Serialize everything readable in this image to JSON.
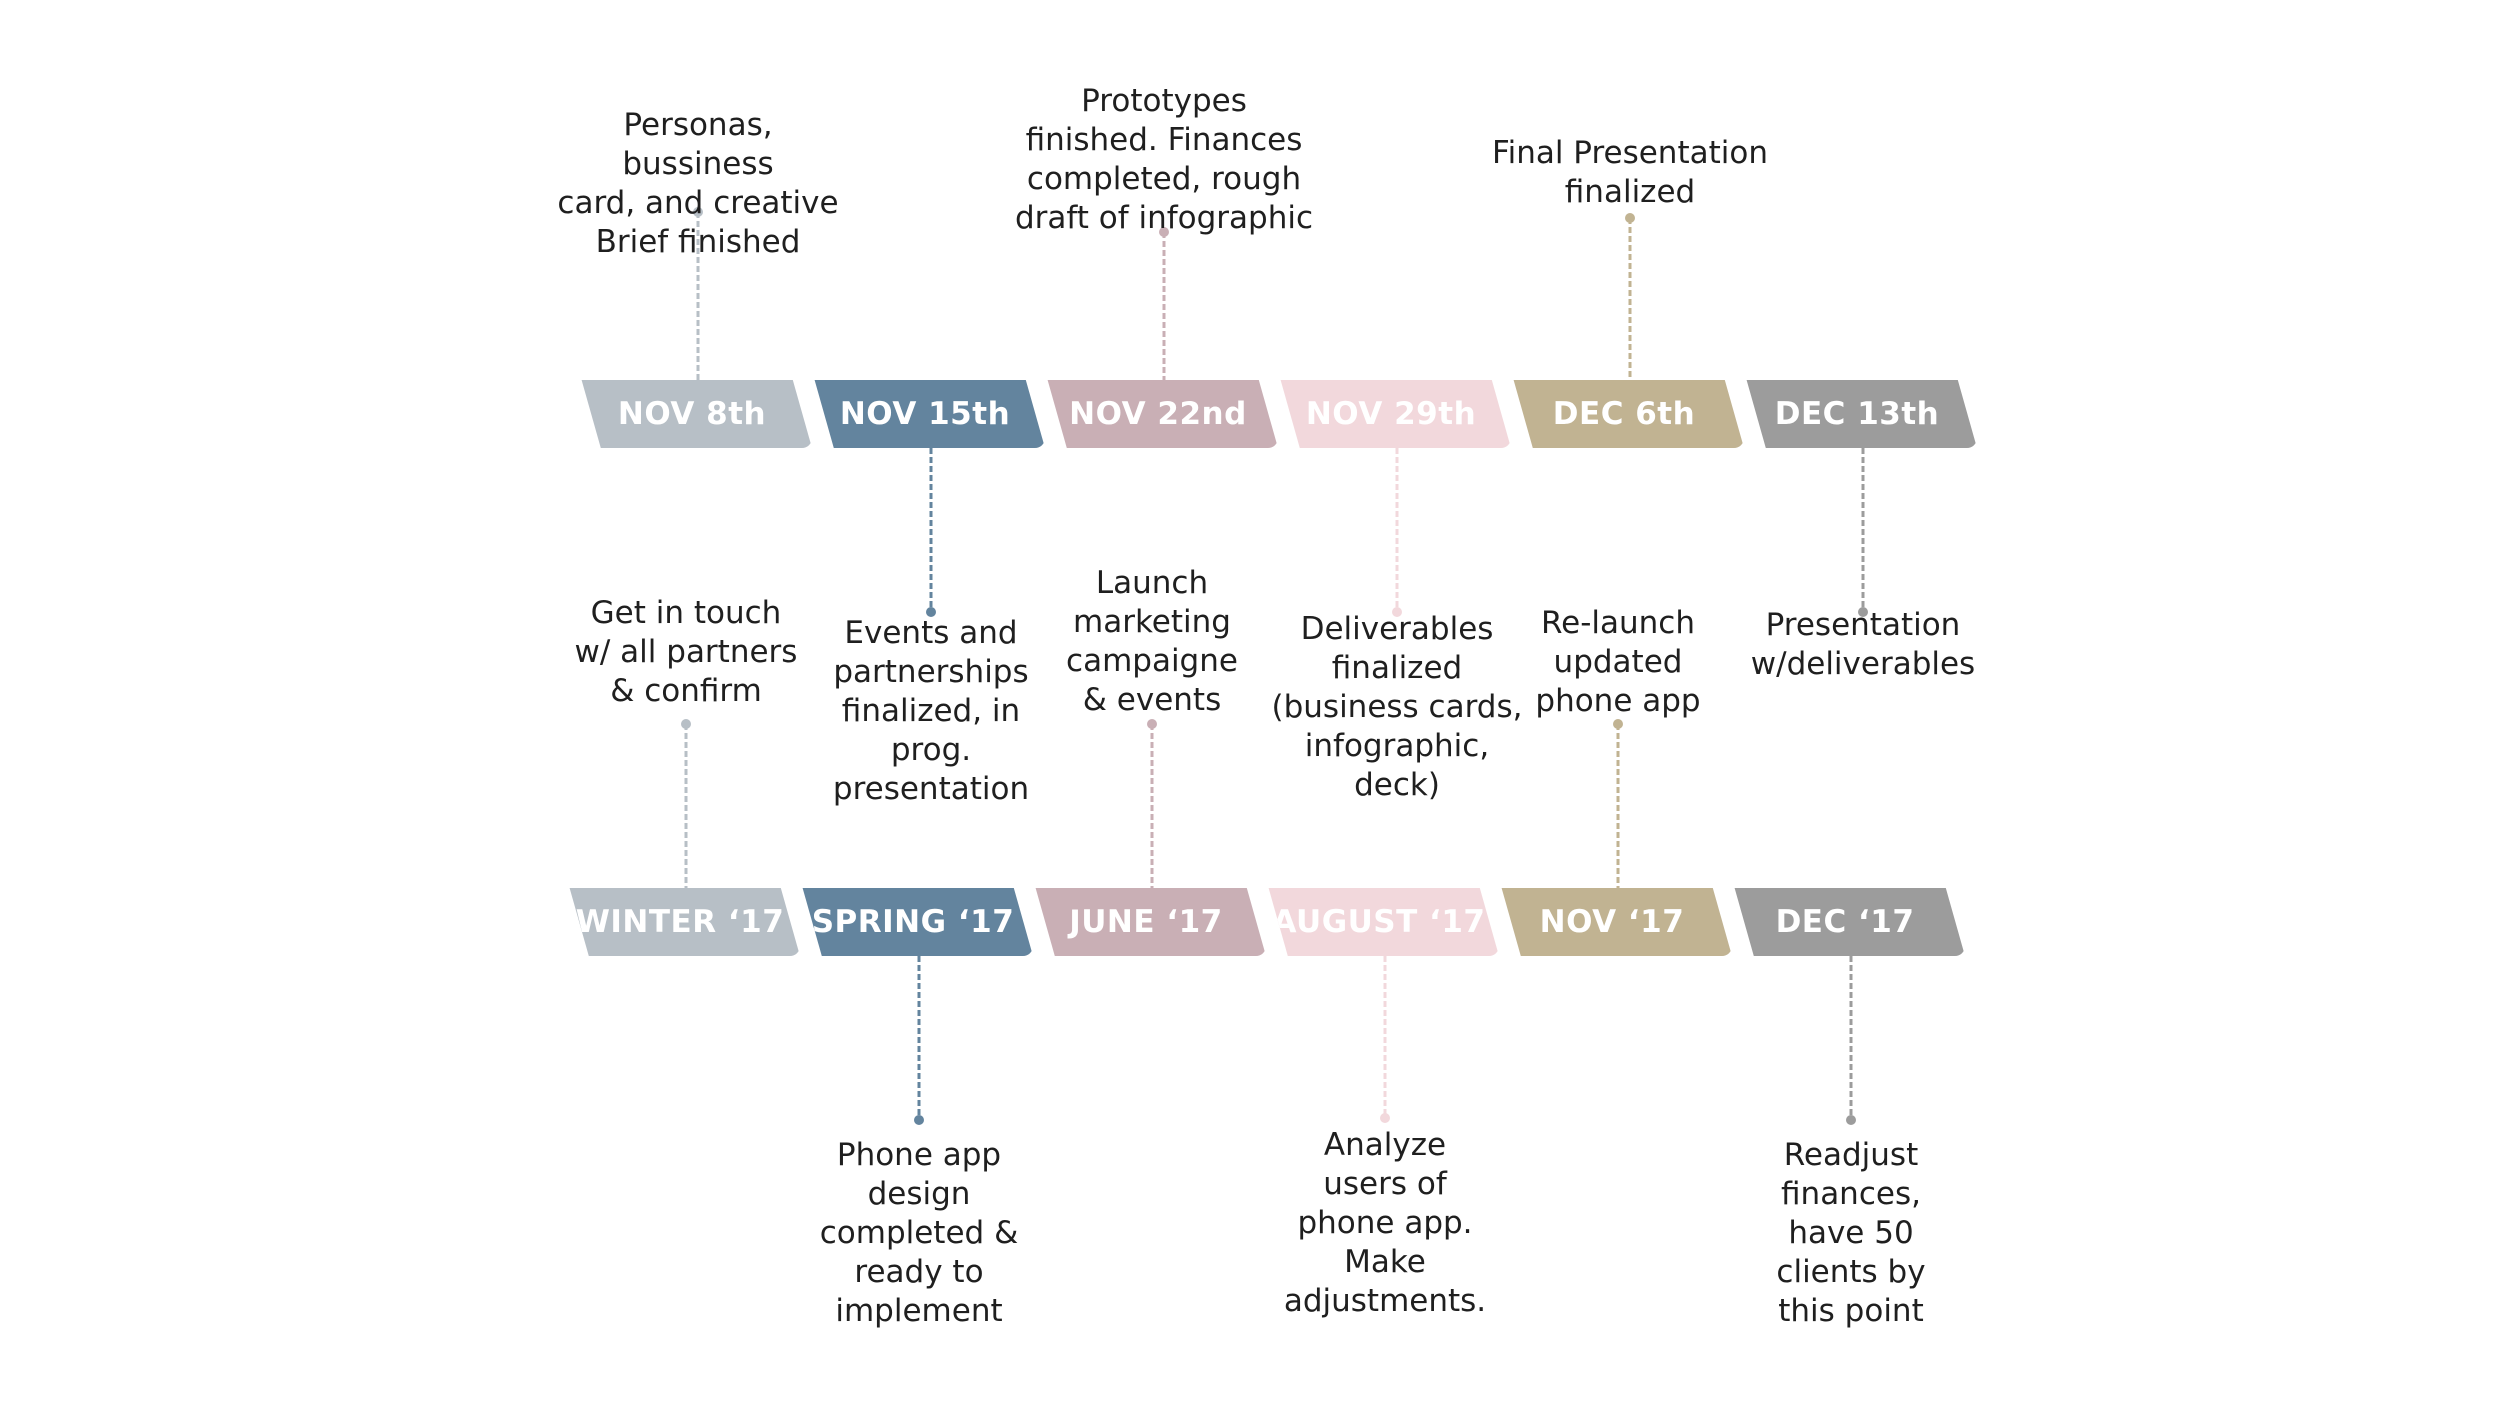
{
  "colors": {
    "slate": "#B7BFC6",
    "blue": "#63849E",
    "mauve": "#C9AFB5",
    "pink": "#F2D8DC",
    "tan": "#C1B392",
    "gray": "#9C9C9C",
    "text": "#1f1f1f"
  },
  "rows": [
    {
      "milestones": [
        {
          "label": "NOV 8th",
          "color": "#B7BFC6",
          "note": "Personas, bussiness\ncard, and creative\nBrief finished",
          "side": "above"
        },
        {
          "label": "NOV 15th",
          "color": "#63849E",
          "note": "Events and\npartnerships\nfinalized, in\nprog.\npresentation",
          "side": "below"
        },
        {
          "label": "NOV 22nd",
          "color": "#C9AFB5",
          "note": "Prototypes\nfinished. Finances\ncompleted, rough\ndraft of infographic",
          "side": "above"
        },
        {
          "label": "NOV 29th",
          "color": "#F2D8DC",
          "note": "Deliverables\nfinalized\n(business cards,\ninfographic,\ndeck)",
          "side": "below"
        },
        {
          "label": "DEC 6th",
          "color": "#C1B392",
          "note": "Final Presentation\nfinalized",
          "side": "above"
        },
        {
          "label": "DEC 13th",
          "color": "#9C9C9C",
          "note": "Presentation\nw/deliverables",
          "side": "below"
        }
      ]
    },
    {
      "milestones": [
        {
          "label": "WINTER ‘17",
          "color": "#B7BFC6",
          "note": "Get in touch\nw/ all partners\n& confirm",
          "side": "above"
        },
        {
          "label": "SPRING ‘17",
          "color": "#63849E",
          "note": "Phone app\ndesign\ncompleted &\nready to\nimplement",
          "side": "below"
        },
        {
          "label": "JUNE ‘17",
          "color": "#C9AFB5",
          "note": "Launch\nmarketing\ncampaigne\n& events",
          "side": "above"
        },
        {
          "label": "AUGUST ‘17",
          "color": "#F2D8DC",
          "note": "Analyze\nusers of\nphone app.\nMake\nadjustments.",
          "side": "below"
        },
        {
          "label": "NOV ‘17",
          "color": "#C1B392",
          "note": "Re-launch\nupdated\nphone app",
          "side": "above"
        },
        {
          "label": "DEC ‘17",
          "color": "#9C9C9C",
          "note": "Readjust\nfinances,\nhave 50\nclients by\nthis point",
          "side": "below"
        }
      ]
    }
  ]
}
